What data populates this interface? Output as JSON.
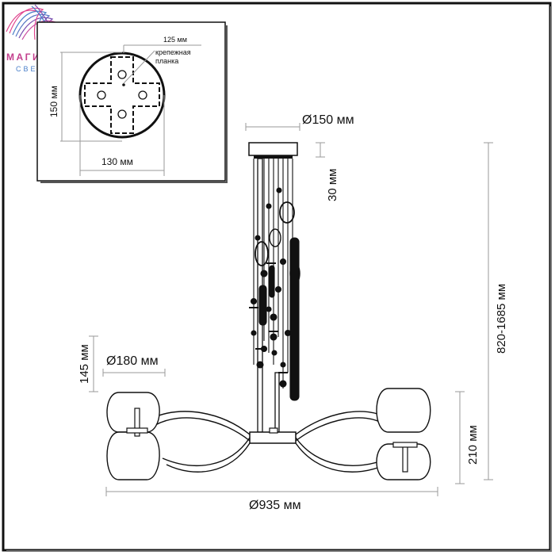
{
  "brand": {
    "name": "МАГИЯ",
    "tagline": "СВЕТА",
    "color_pink": "#e0468f",
    "color_blue": "#4a7fc9",
    "color_purple": "#7a4fb0"
  },
  "inset": {
    "dim_top": "125 мм",
    "mount_label_line1": "крепежная",
    "mount_label_line2": "планка",
    "dim_left": "150 мм",
    "dim_bottom": "130 мм"
  },
  "main": {
    "canopy_diameter": "Ø150 мм",
    "canopy_height": "30 мм",
    "total_height": "820-1685 мм",
    "shade_height": "145 мм",
    "shade_diameter": "Ø180 мм",
    "arm_height": "210 мм",
    "total_width": "Ø935 мм"
  },
  "colors": {
    "line": "#111111",
    "gray": "#9a9a9a",
    "glass": "#ffffff"
  }
}
